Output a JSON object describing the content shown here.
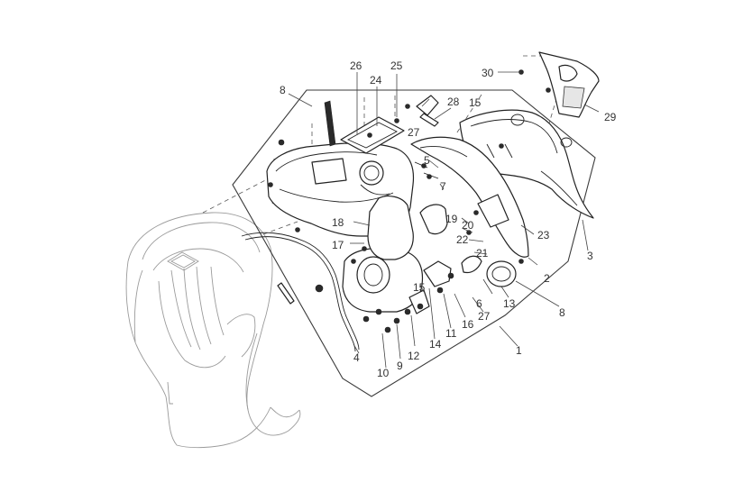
{
  "colors": {
    "line": "#222222",
    "ghost": "#9a9a9a",
    "text": "#333333",
    "background": "#ffffff"
  },
  "labels": {
    "l1": "1",
    "l2": "2",
    "l3": "3",
    "l4": "4",
    "l5": "5",
    "l6": "6",
    "l7": "7",
    "l8a": "8",
    "l8b": "8",
    "l9": "9",
    "l10": "10",
    "l11": "11",
    "l12": "12",
    "l13": "13",
    "l14": "14",
    "l15a": "15",
    "l15b": "15",
    "l16": "16",
    "l17": "17",
    "l18": "18",
    "l19": "19",
    "l20": "20",
    "l21": "21",
    "l22": "22",
    "l23": "23",
    "l24": "24",
    "l25": "25",
    "l26": "26",
    "l27a": "27",
    "l27b": "27",
    "l28": "28",
    "l29": "29",
    "l30": "30"
  }
}
